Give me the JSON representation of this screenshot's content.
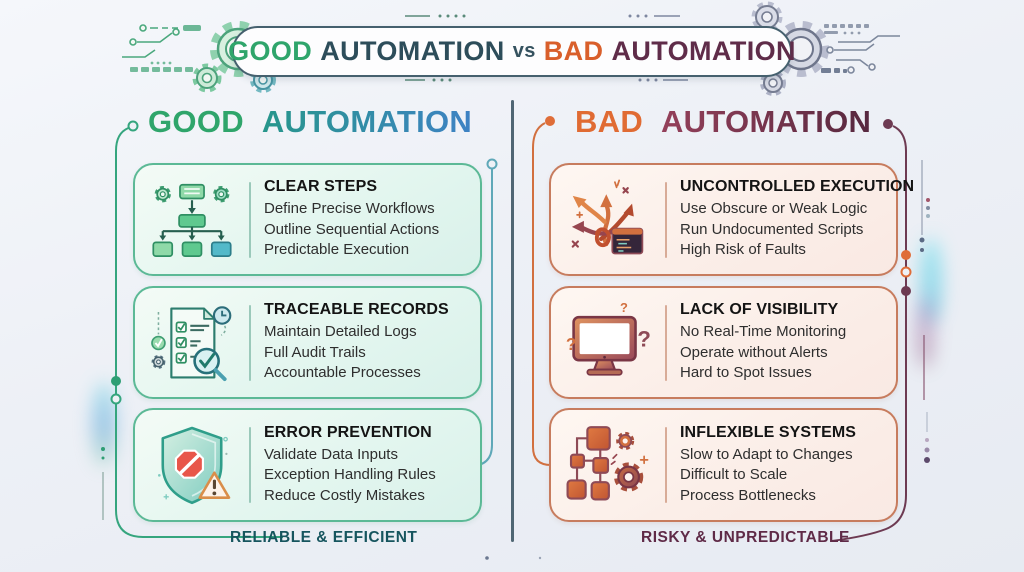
{
  "palette": {
    "good_green": "#2fa56b",
    "good_teal": "#27968b",
    "good_blue": "#3e82c4",
    "bad_orange": "#df6330",
    "bad_maroon": "#5f2c49",
    "banner_dark": "#2d4d5a",
    "good_card_border": "#5cb996",
    "bad_card_border": "#c77c5e",
    "good_footer": "#16555e",
    "bad_footer": "#5f2a47"
  },
  "banner": {
    "good": "GOOD",
    "automation_left": "AUTOMATION",
    "vs": "vs",
    "bad": "BAD",
    "automation_right": "AUTOMATION"
  },
  "good_column": {
    "header_word1": "GOOD",
    "header_word2": "AUTOMATION",
    "cards": [
      {
        "icon": "flowchart-gears-icon",
        "title": "CLEAR STEPS",
        "lines": [
          "Define Precise Workflows",
          "Outline Sequential Actions",
          "Predictable Execution"
        ]
      },
      {
        "icon": "checklist-audit-icon",
        "title": "TRACEABLE RECORDS",
        "lines": [
          "Maintain Detailed Logs",
          "Full Audit Trails",
          "Accountable Processes"
        ]
      },
      {
        "icon": "shield-stop-icon",
        "title": "ERROR PREVENTION",
        "lines": [
          "Validate Data Inputs",
          "Exception Handling Rules",
          "Reduce Costly Mistakes"
        ]
      }
    ],
    "footer": "RELIABLE & EFFICIENT"
  },
  "bad_column": {
    "header_word1": "BAD",
    "header_word2": "AUTOMATION",
    "cards": [
      {
        "icon": "tangled-arrows-icon",
        "title": "UNCONTROLLED EXECUTION",
        "lines": [
          "Use Obscure or Weak Logic",
          "Run Undocumented Scripts",
          "High Risk of Faults"
        ]
      },
      {
        "icon": "monitor-question-icon",
        "title": "LACK OF VISIBILITY",
        "lines": [
          "No Real-Time Monitoring",
          "Operate without Alerts",
          "Hard to Spot Issues"
        ]
      },
      {
        "icon": "rigid-blocks-gears-icon",
        "title": "INFLEXIBLE SYSTEMS",
        "lines": [
          "Slow to Adapt to Changes",
          "Difficult to Scale",
          "Process Bottlenecks"
        ]
      }
    ],
    "footer": "RISKY & UNPREDICTABLE"
  },
  "glyphs": {
    "question_mark": "?"
  }
}
